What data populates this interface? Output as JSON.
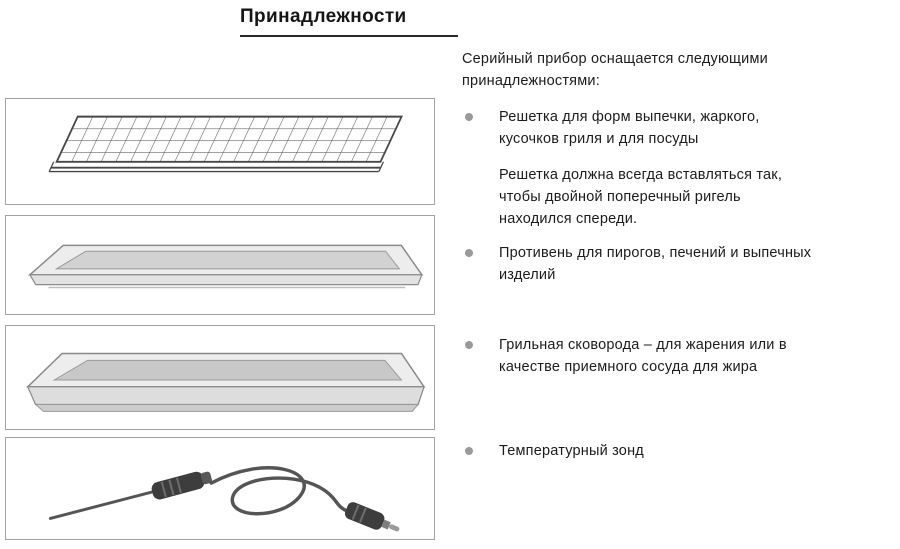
{
  "title": "Принадлежности",
  "intro": "Серийный прибор оснащается следующими\nпринадлежностями:",
  "items": [
    {
      "figure": "wire-rack",
      "text": "Решетка для форм выпечки, жаркого,\nкусочков гриля и для посуды",
      "note": "Решетка должна всегда вставляться так,\nчтобы двойной поперечный ригель\nнаходился спереди."
    },
    {
      "figure": "baking-tray",
      "text": "Противень для пирогов, печений и выпечных\nизделий"
    },
    {
      "figure": "grill-pan",
      "text": "Грильная сковорода  – для жарения или в\nкачестве приемного сосуда для жира"
    },
    {
      "figure": "temperature-probe",
      "text": "Температурный зонд"
    }
  ],
  "colors": {
    "bullet": "#9a9a9a",
    "box_border": "#a3a3a3",
    "text": "#1c1c1c"
  }
}
